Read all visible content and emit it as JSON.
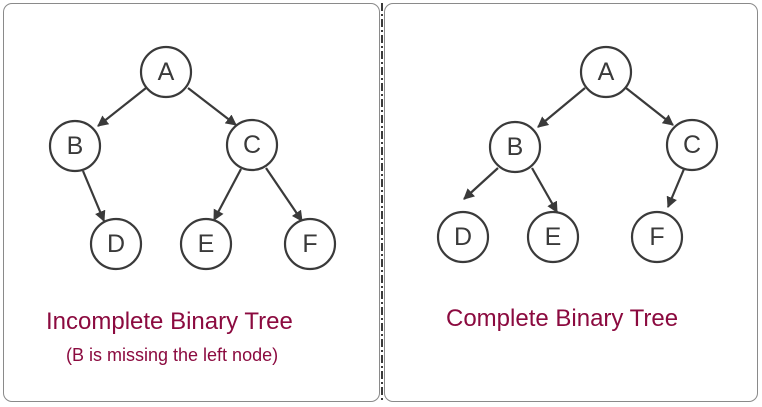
{
  "left_panel": {
    "title": "Incomplete Binary Tree",
    "subtitle": "(B is missing the left node)",
    "nodes": [
      "A",
      "B",
      "C",
      "D",
      "E",
      "F"
    ]
  },
  "right_panel": {
    "title": "Complete Binary Tree",
    "nodes": [
      "A",
      "B",
      "C",
      "D",
      "E",
      "F"
    ]
  },
  "colors": {
    "caption": "#8b0a3f",
    "node_stroke": "#3a3a3a",
    "border": "#8a8a8a"
  }
}
